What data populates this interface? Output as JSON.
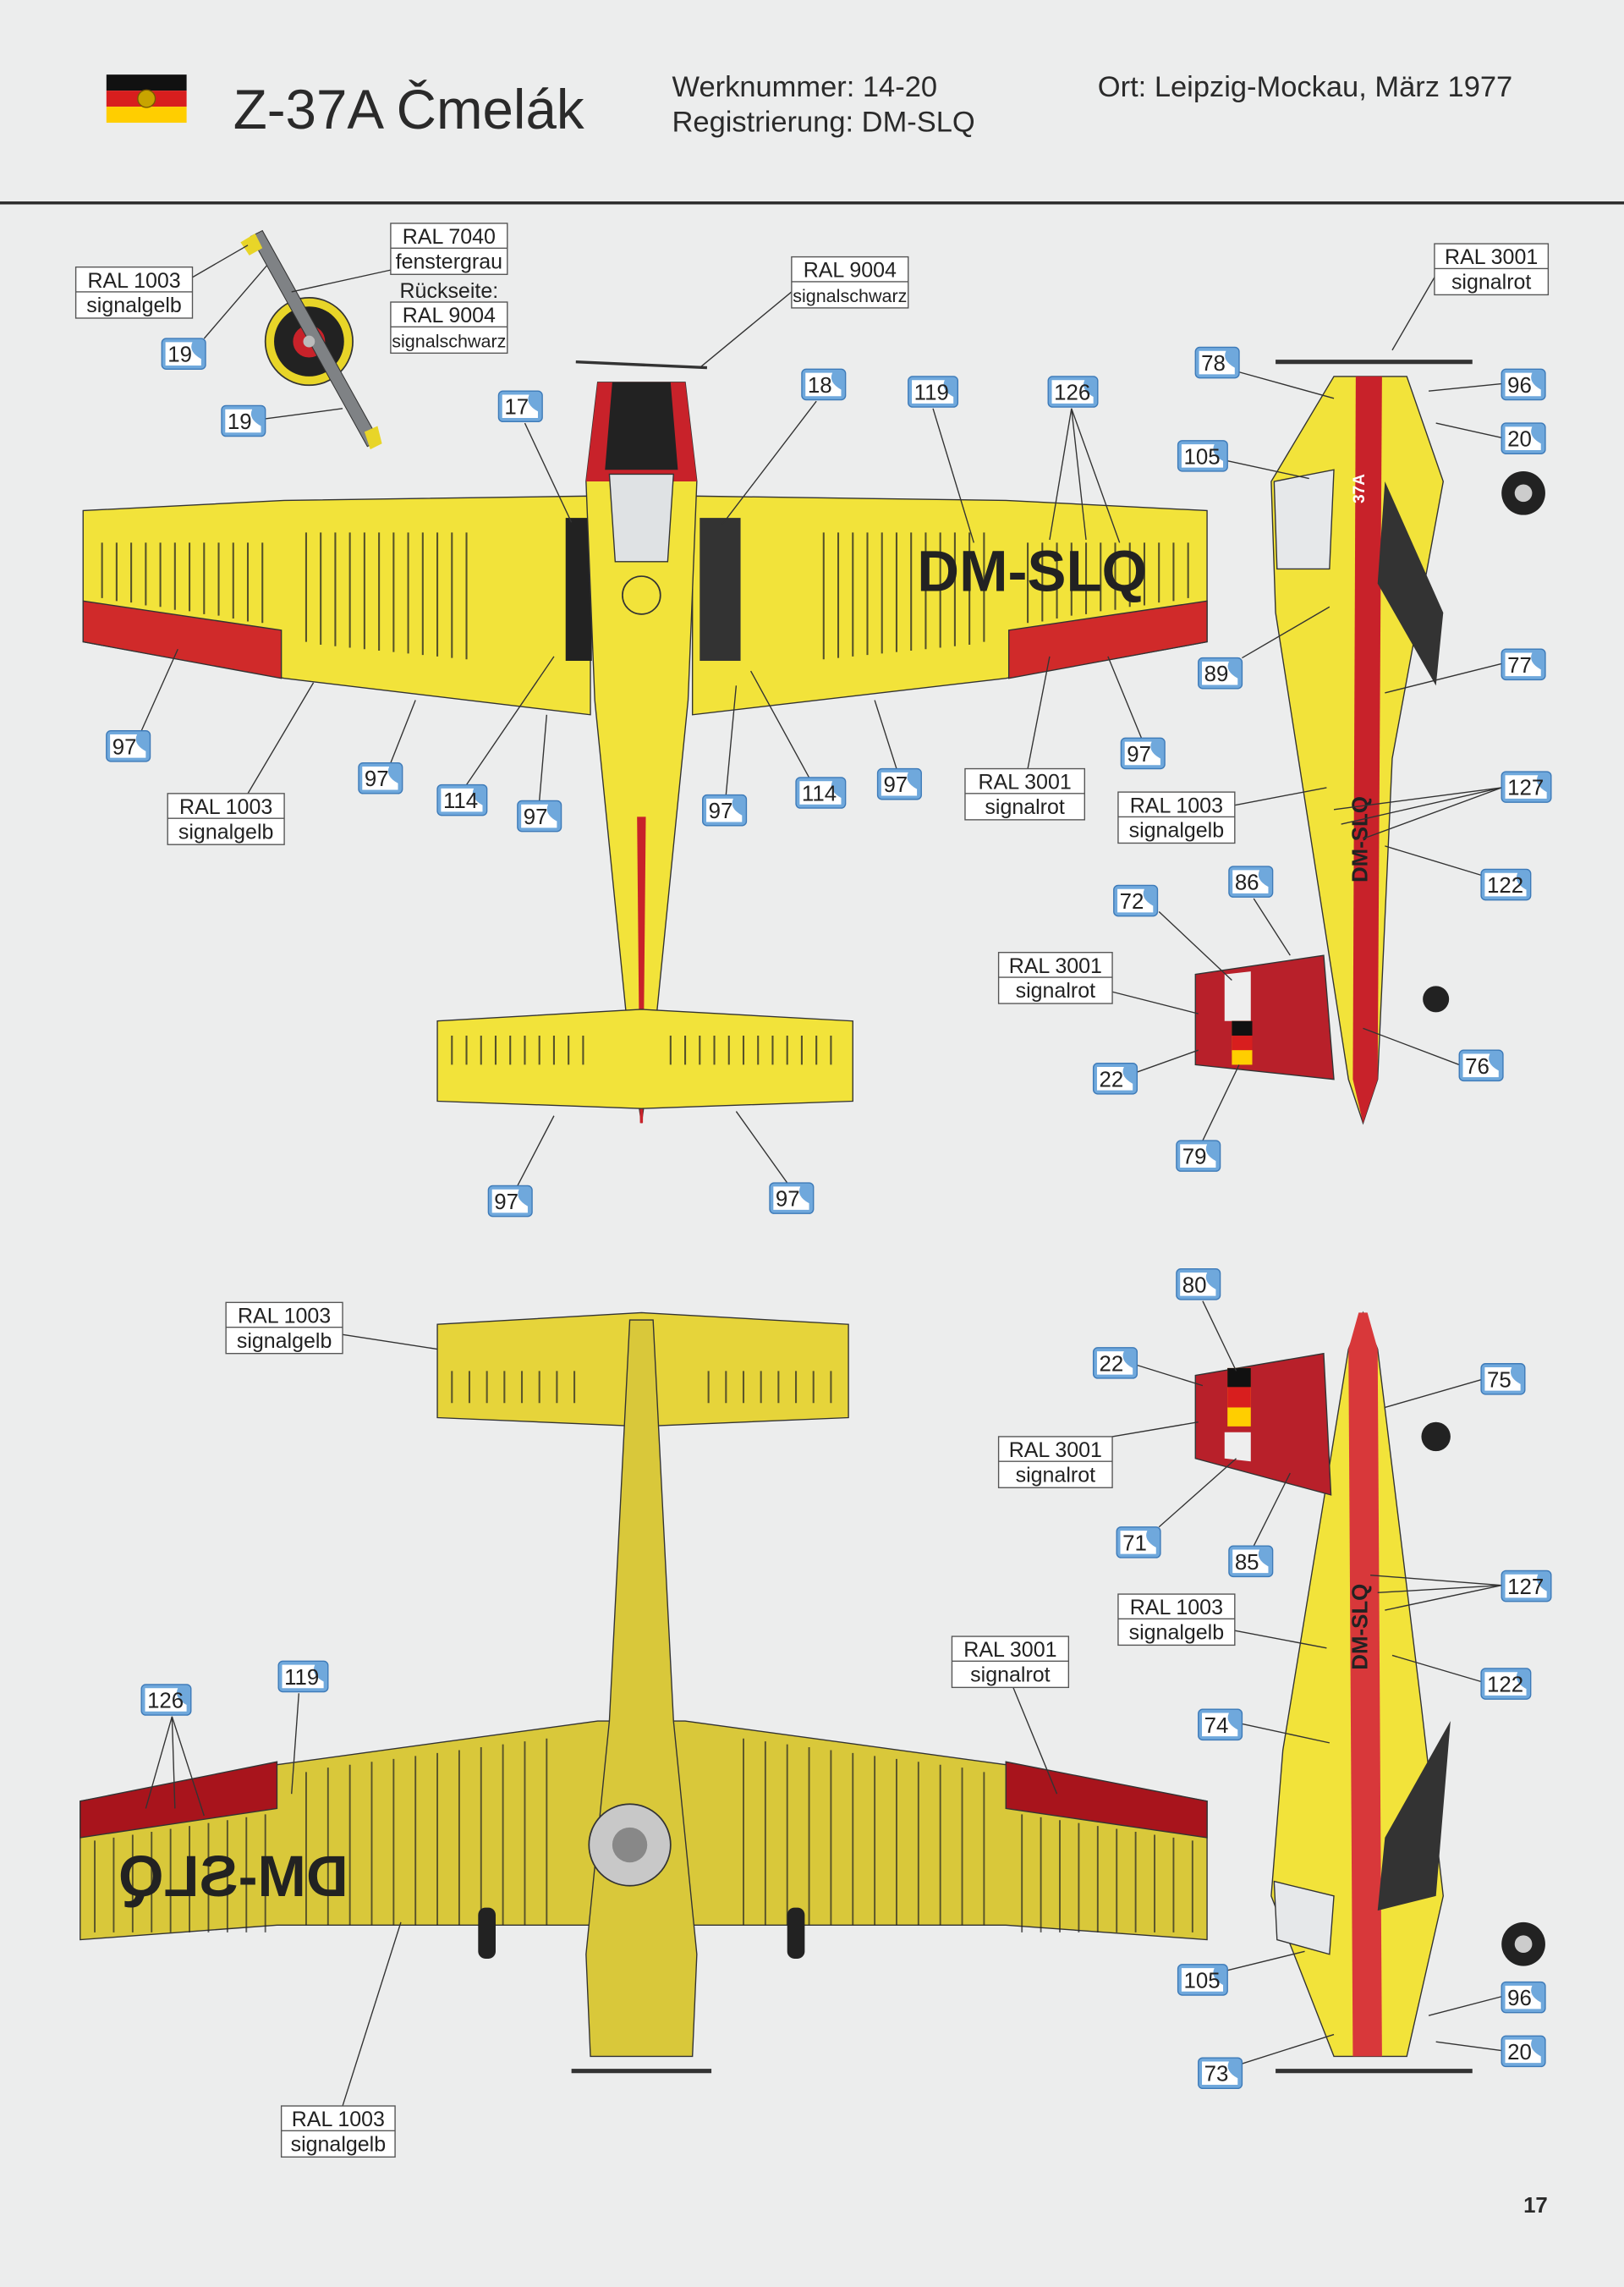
{
  "header": {
    "title": "Z-37A Čmelák",
    "werknummer": "Werknummer: 14-20",
    "registrierung": "Registrierung: DM-SLQ",
    "ort": "Ort: Leipzig-Mockau, März 1977",
    "flag": "gdr-flag"
  },
  "aircraft": {
    "registration_marking": "DM-SLQ",
    "type_marking": "37A"
  },
  "colors": {
    "signalgelb": "#f2e33a",
    "signalgelb_shade": "#c9b534",
    "signalrot": "#c8222a",
    "fenstergrau": "#8a8d8f",
    "signalschwarz": "#1e1e1e",
    "decal_blue": "#6fa8dc"
  },
  "color_labels": [
    {
      "code": "RAL 1003",
      "name": "signalgelb"
    },
    {
      "code": "RAL 7040",
      "name": "fenstergrau",
      "note": "Rückseite:",
      "code2": "RAL 9004",
      "name2": "signalschwarz"
    },
    {
      "code": "RAL 9004",
      "name": "signalschwarz"
    },
    {
      "code": "RAL 1003",
      "name": "signalgelb"
    },
    {
      "code": "RAL 3001",
      "name": "signalrot"
    },
    {
      "code": "RAL 3001",
      "name": "signalrot"
    },
    {
      "code": "RAL 1003",
      "name": "signalgelb"
    },
    {
      "code": "RAL 3001",
      "name": "signalrot"
    },
    {
      "code": "RAL 1003",
      "name": "signalgelb"
    },
    {
      "code": "RAL 3001",
      "name": "signalrot"
    },
    {
      "code": "RAL 1003",
      "name": "signalgelb"
    },
    {
      "code": "RAL 3001",
      "name": "signalrot"
    },
    {
      "code": "RAL 1003",
      "name": "signalgelb"
    }
  ],
  "decal_callouts": [
    "19",
    "19",
    "17",
    "18",
    "119",
    "126",
    "97",
    "97",
    "114",
    "97",
    "97",
    "114",
    "97",
    "97",
    "97",
    "97",
    "78",
    "96",
    "20",
    "105",
    "89",
    "77",
    "127",
    "122",
    "86",
    "72",
    "22",
    "76",
    "79",
    "80",
    "22",
    "75",
    "71",
    "85",
    "127",
    "122",
    "126",
    "119",
    "74",
    "105",
    "96",
    "20",
    "73"
  ],
  "page_number": "17"
}
